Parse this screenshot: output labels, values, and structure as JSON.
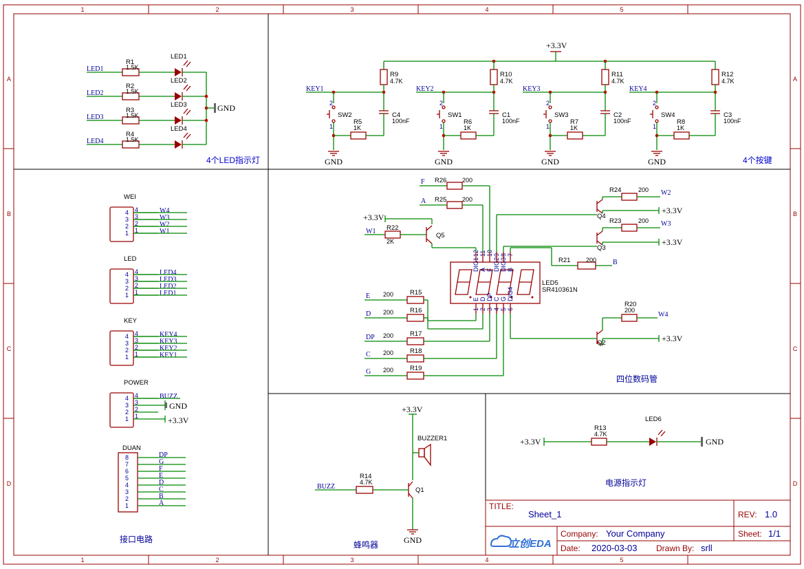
{
  "frame": {
    "cols": [
      "1",
      "2",
      "3",
      "4",
      "5"
    ],
    "rows": [
      "A",
      "B",
      "C",
      "D"
    ]
  },
  "sections": {
    "leds": "4个LED指示灯",
    "keys": "4个按键",
    "interface": "接口电路",
    "display": "四位数码管",
    "buzzer": "蜂鸣器",
    "power": "电源指示灯"
  },
  "led_block": {
    "nets": [
      "LED1",
      "LED2",
      "LED3",
      "LED4"
    ],
    "resistors": [
      {
        "ref": "R1",
        "value": "1.5K"
      },
      {
        "ref": "R2",
        "value": "1.5K"
      },
      {
        "ref": "R3",
        "value": "1.5K"
      },
      {
        "ref": "R4",
        "value": "1.5K"
      }
    ],
    "leds": [
      "LED1",
      "LED2",
      "LED3",
      "LED4"
    ],
    "gnd": "GND"
  },
  "key_block": {
    "vcc": "+3.3V",
    "gnd": "GND",
    "keys": [
      {
        "net": "KEY1",
        "pullup": "R9",
        "pullup_val": "4.7K",
        "sw": "SW2",
        "r": "R5",
        "r_val": "1K",
        "cap": "C4",
        "cap_val": "100nF"
      },
      {
        "net": "KEY2",
        "pullup": "R10",
        "pullup_val": "4.7K",
        "sw": "SW1",
        "r": "R6",
        "r_val": "1K",
        "cap": "C1",
        "cap_val": "100nF"
      },
      {
        "net": "KEY3",
        "pullup": "R11",
        "pullup_val": "4.7K",
        "sw": "SW3",
        "r": "R7",
        "r_val": "1K",
        "cap": "C2",
        "cap_val": "100nF"
      },
      {
        "net": "KEY4",
        "pullup": "R12",
        "pullup_val": "4.7K",
        "sw": "SW4",
        "r": "R8",
        "r_val": "1K",
        "cap": "C3",
        "cap_val": "100nF"
      }
    ],
    "pin_hi": "2",
    "pin_lo": "1"
  },
  "headers": {
    "wei": {
      "title": "WEI",
      "pins": [
        "4",
        "3",
        "2",
        "1"
      ],
      "nets": [
        "W4",
        "W3",
        "W2",
        "W1"
      ]
    },
    "led": {
      "title": "LED",
      "pins": [
        "4",
        "3",
        "2",
        "1"
      ],
      "nets": [
        "LED4",
        "LED3",
        "LED2",
        "LED1"
      ]
    },
    "key": {
      "title": "KEY",
      "pins": [
        "4",
        "3",
        "2",
        "1"
      ],
      "nets": [
        "KEY4",
        "KEY3",
        "KEY2",
        "KEY1"
      ]
    },
    "power": {
      "title": "POWER",
      "pins": [
        "4",
        "3",
        "2",
        "1"
      ],
      "nets": [
        "BUZZ",
        "GND",
        "+3.3V"
      ]
    },
    "duan": {
      "title": "DUAN",
      "pins": [
        "8",
        "7",
        "6",
        "5",
        "4",
        "3",
        "2",
        "1"
      ],
      "nets": [
        "DP",
        "G",
        "F",
        "E",
        "D",
        "C",
        "B",
        "A"
      ]
    }
  },
  "display_block": {
    "vcc": "+3.3V",
    "part_ref": "LED5",
    "part_val": "SR410361N",
    "top_pins": [
      "12",
      "11",
      "10",
      "9",
      "8",
      "7"
    ],
    "top_names": [
      "DIG1",
      "A",
      "F",
      "DIG2",
      "DIG3",
      "B"
    ],
    "bot_pins": [
      "1",
      "2",
      "3",
      "4",
      "5",
      "6"
    ],
    "bot_names": [
      "E",
      "D",
      "DP",
      "C",
      "G",
      "DIG4"
    ],
    "seg_res": [
      {
        "net": "F",
        "ref": "R26",
        "val": "200"
      },
      {
        "net": "A",
        "ref": "R25",
        "val": "200"
      },
      {
        "net": "E",
        "ref": "R15",
        "val": "200"
      },
      {
        "net": "D",
        "ref": "R16",
        "val": "200"
      },
      {
        "net": "DP",
        "ref": "R17",
        "val": "200"
      },
      {
        "net": "C",
        "ref": "R18",
        "val": "200"
      },
      {
        "net": "G",
        "ref": "R19",
        "val": "200"
      },
      {
        "net": "B",
        "ref": "R21",
        "val": "200"
      }
    ],
    "q5": {
      "ref": "Q5",
      "r": "R22",
      "r_val": "2K",
      "net": "W1"
    },
    "q4": {
      "ref": "Q4",
      "r": "R24",
      "r_val": "200",
      "net": "W2"
    },
    "q3": {
      "ref": "Q3",
      "r": "R23",
      "r_val": "200",
      "net": "W3"
    },
    "q2": {
      "ref": "Q2",
      "r": "R20",
      "r_val": "200",
      "net": "W4"
    }
  },
  "buzzer_block": {
    "vcc": "+3.3V",
    "gnd": "GND",
    "ref": "BUZZER1",
    "net": "BUZZ",
    "r": "R14",
    "r_val": "4.7K",
    "q": "Q1"
  },
  "power_block": {
    "vcc": "+3.3V",
    "gnd": "GND",
    "r": "R13",
    "r_val": "4.7K",
    "led": "LED6"
  },
  "title_block": {
    "title_label": "TITLE:",
    "title": "Sheet_1",
    "rev_label": "REV:",
    "rev": "1.0",
    "company_label": "Company:",
    "company": "Your Company",
    "sheet_label": "Sheet:",
    "sheet": "1/1",
    "date_label": "Date:",
    "date": "2020-03-03",
    "drawn_label": "Drawn By:",
    "drawn": "srll",
    "logo": "立创EDA"
  }
}
